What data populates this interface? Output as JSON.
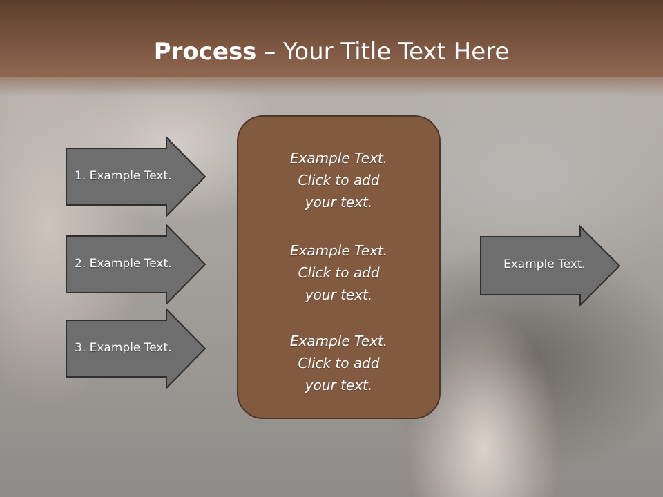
{
  "slide": {
    "title_bold": "Process",
    "title_rest": " – Your Title Text Here"
  },
  "left_arrows": [
    {
      "label": "1. Example Text."
    },
    {
      "label": "2. Example Text."
    },
    {
      "label": "3. Example Text."
    }
  ],
  "center_box": {
    "blocks": [
      {
        "line1": "Example Text.",
        "line2": "Click  to add",
        "line3": "your text."
      },
      {
        "line1": "Example Text.",
        "line2": "Click  to add",
        "line3": "your text."
      },
      {
        "line1": "Example Text.",
        "line2": "Click  to add",
        "line3": "your text."
      }
    ]
  },
  "right_arrow": {
    "label": "Example Text."
  },
  "colors": {
    "header": "#7a5540",
    "box_fill": "#825a40",
    "arrow_fill": "#6e6e6e",
    "arrow_border": "#2f2f2f"
  }
}
